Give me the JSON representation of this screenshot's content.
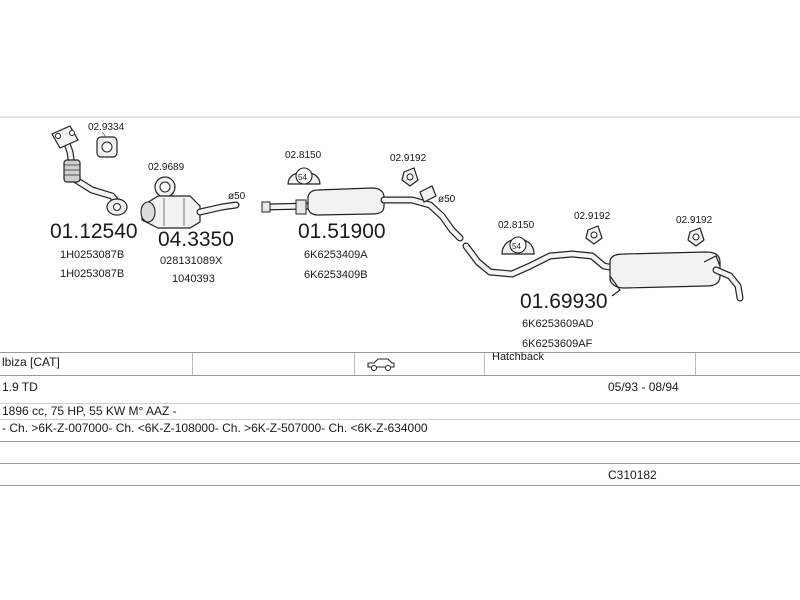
{
  "parts": [
    {
      "id": "flex-downpipe",
      "part_no": "01.12540",
      "refs": [
        "1H0253087B",
        "1H0253087B"
      ]
    },
    {
      "id": "gasket-front",
      "part_no": "02.9334"
    },
    {
      "id": "catalyst-clamp",
      "part_no": "02.9689"
    },
    {
      "id": "catalyst",
      "part_no": "04.3350",
      "refs": [
        "028131089X",
        "1040393"
      ]
    },
    {
      "id": "middle-silencer",
      "part_no": "01.51900",
      "refs": [
        "6K6253409A",
        "6K6253409B"
      ]
    },
    {
      "id": "mount-mid",
      "part_no": "02.8150"
    },
    {
      "id": "clamp-mid",
      "part_no": "02.9192"
    },
    {
      "id": "rear-silencer",
      "part_no": "01.69930",
      "refs": [
        "6K6253609AD",
        "6K6253609AF"
      ]
    },
    {
      "id": "mount-rear",
      "part_no": "02.8150"
    },
    {
      "id": "clamp-rear-1",
      "part_no": "02.9192"
    },
    {
      "id": "clamp-rear-2",
      "part_no": "02.9192"
    }
  ],
  "diameters": {
    "cat_outlet": "ø50",
    "mid_outlet": "ø50"
  },
  "mount_badge": "54",
  "vehicle": {
    "model": "lbiza [CAT]",
    "body": "Hatchback",
    "engine": "1.9 TD",
    "years": "05/93 - 08/94",
    "spec": "1896 cc, 75 HP, 55 KW M° AAZ -",
    "chassis": "- Ch. >6K-Z-007000- Ch. <6K-Z-108000- Ch. >6K-Z-507000- Ch. <6K-Z-634000",
    "code": "C310182",
    "car_icon": "car-icon"
  }
}
